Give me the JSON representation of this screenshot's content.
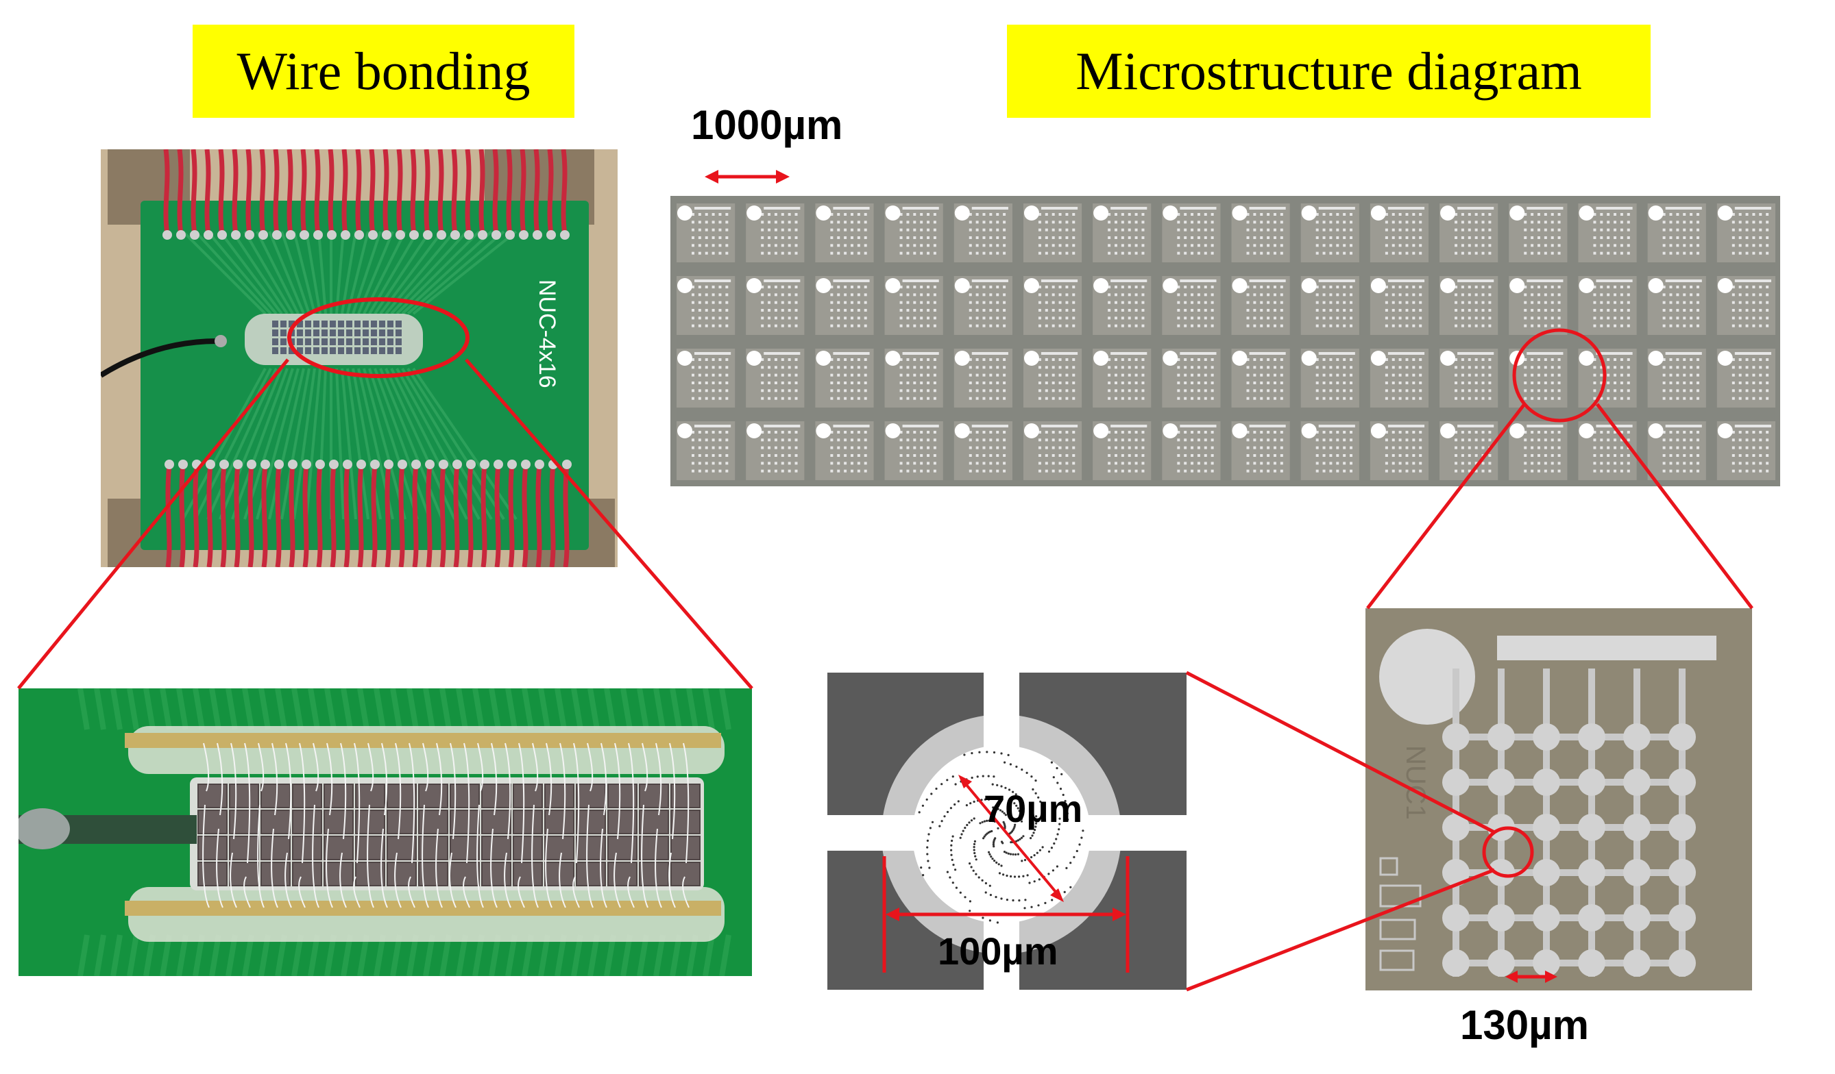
{
  "labels": {
    "wire_bonding": "Wire bonding",
    "microstructure": "Microstructure diagram",
    "scale_1000": "1000µm",
    "scale_70": "70µm",
    "scale_100": "100µm",
    "scale_130": "130µm",
    "board_silk": "NUC-4x16",
    "chip_silk": "NUC1"
  },
  "colors": {
    "banner": "#ffff00",
    "pcb_green": "#16904a",
    "wire_red": "#c8283c",
    "callout_red": "#e8141c",
    "array_gray": "#8a8c86",
    "chip_tan": "#8a8270",
    "sem_dark": "#555555",
    "sem_light": "#c7c7c7"
  },
  "array": {
    "rows": 4,
    "columns": 16
  },
  "unit_cell": {
    "grid_rows": 6,
    "grid_columns": 6
  }
}
